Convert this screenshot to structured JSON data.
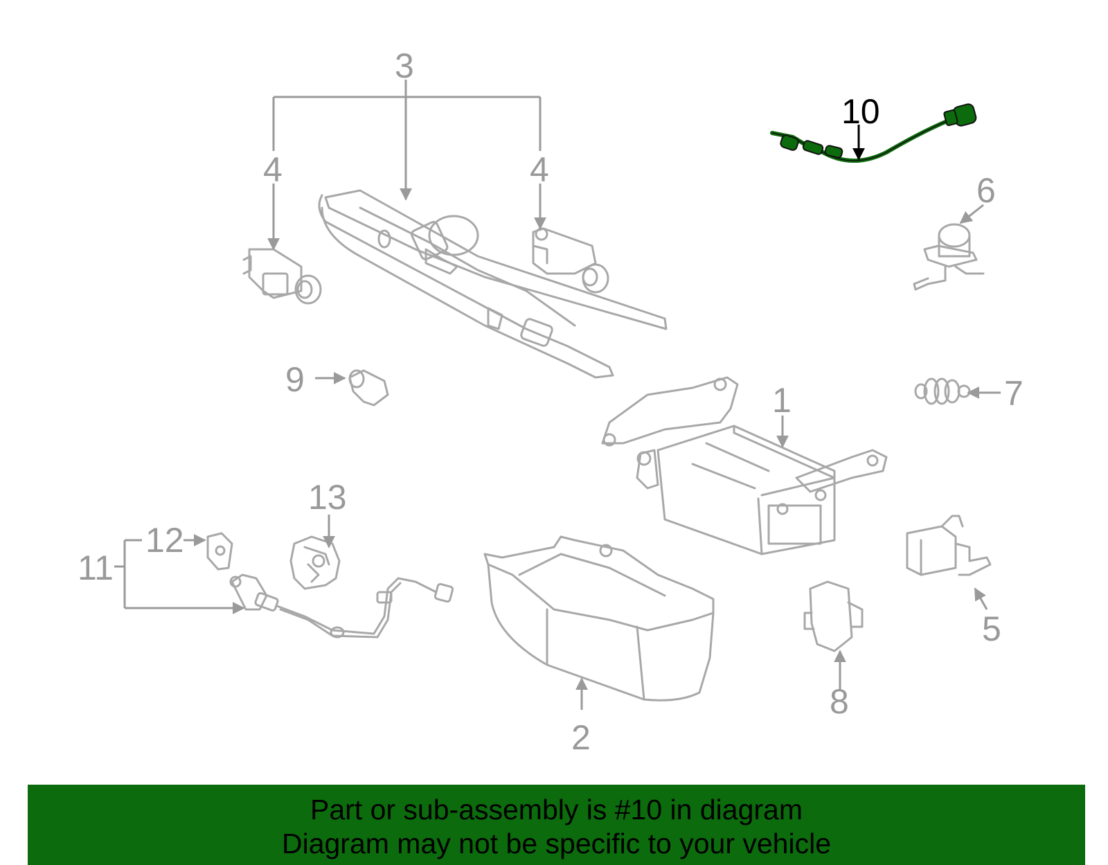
{
  "diagram": {
    "callouts": {
      "c1": "1",
      "c2": "2",
      "c3": "3",
      "c4a": "4",
      "c4b": "4",
      "c5": "5",
      "c6": "6",
      "c7": "7",
      "c8": "8",
      "c9": "9",
      "c10": "10",
      "c11": "11",
      "c12": "12",
      "c13": "13"
    },
    "highlight_callout": "10",
    "colors": {
      "highlight": "#0c6b0c",
      "parts": "#a8a8a8",
      "banner": "#0c6b0c"
    }
  },
  "banner": {
    "line1": "Part or sub-assembly is #10 in diagram",
    "line2": "Diagram may not be specific to your vehicle"
  }
}
